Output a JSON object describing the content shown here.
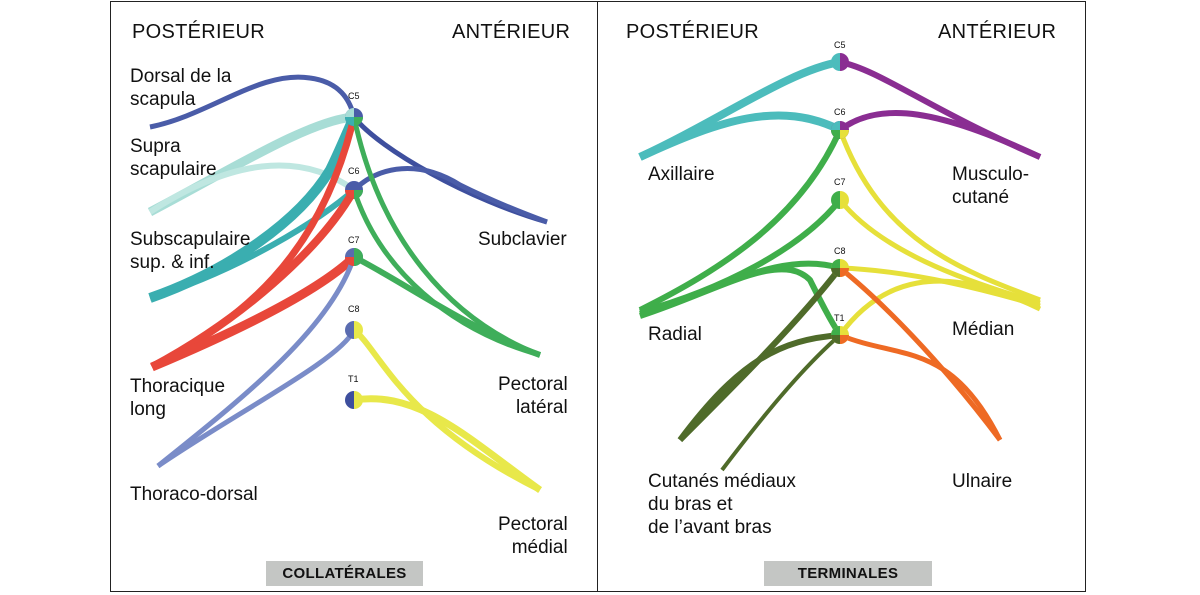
{
  "left_panel": {
    "header_posterior": "POSTÉRIEUR",
    "header_anterior": "ANTÉRIEUR",
    "title_badge": "COLLATÉRALES",
    "roots": [
      "C5",
      "C6",
      "C7",
      "C8",
      "T1"
    ],
    "nerves": {
      "dorsal_scapula": "Dorsal de la\nscapula",
      "suprascapulaire": "Supra\nscapulaire",
      "subscapulaire": "Subscapulaire\nsup. & inf.",
      "thoracique_long": "Thoracique\n long",
      "thoraco_dorsal": "Thoraco-dorsal",
      "subclavier": "Subclavier",
      "pectoral_lateral": "Pectoral\nlatéral",
      "pectoral_medial": "Pectoral\nmédial"
    }
  },
  "right_panel": {
    "header_posterior": "POSTÉRIEUR",
    "header_anterior": "ANTÉRIEUR",
    "title_badge": "TERMINALES",
    "roots": [
      "C5",
      "C6",
      "C7",
      "C8",
      "T1"
    ],
    "nerves": {
      "axillaire": "Axillaire",
      "musculo_cutane": "Musculo-\ncutané",
      "radial": "Radial",
      "median": "Médian",
      "cutanes_mediaux": "Cutanés médiaux\ndu bras et\nde l’avant bras",
      "ulnaire": "Ulnaire"
    }
  },
  "colors": {
    "dorsal_scapula": "#4a5ca8",
    "suprascapulaire": "#a8ddd6",
    "subscapulaire": "#3aaeb0",
    "thoracique_long": "#e8473a",
    "thoraco_dorsal": "#7a8cc8",
    "subclavier": "#3e4f9e",
    "pectoral_lateral": "#3fae5a",
    "pectoral_medial": "#e8e84a",
    "axillaire": "#4cbcbc",
    "musculo_cutane": "#8a2d92",
    "radial": "#3fae4a",
    "median": "#e6e03a",
    "cutanes_mediaux": "#4f6b2a",
    "ulnaire": "#ee6a24"
  }
}
